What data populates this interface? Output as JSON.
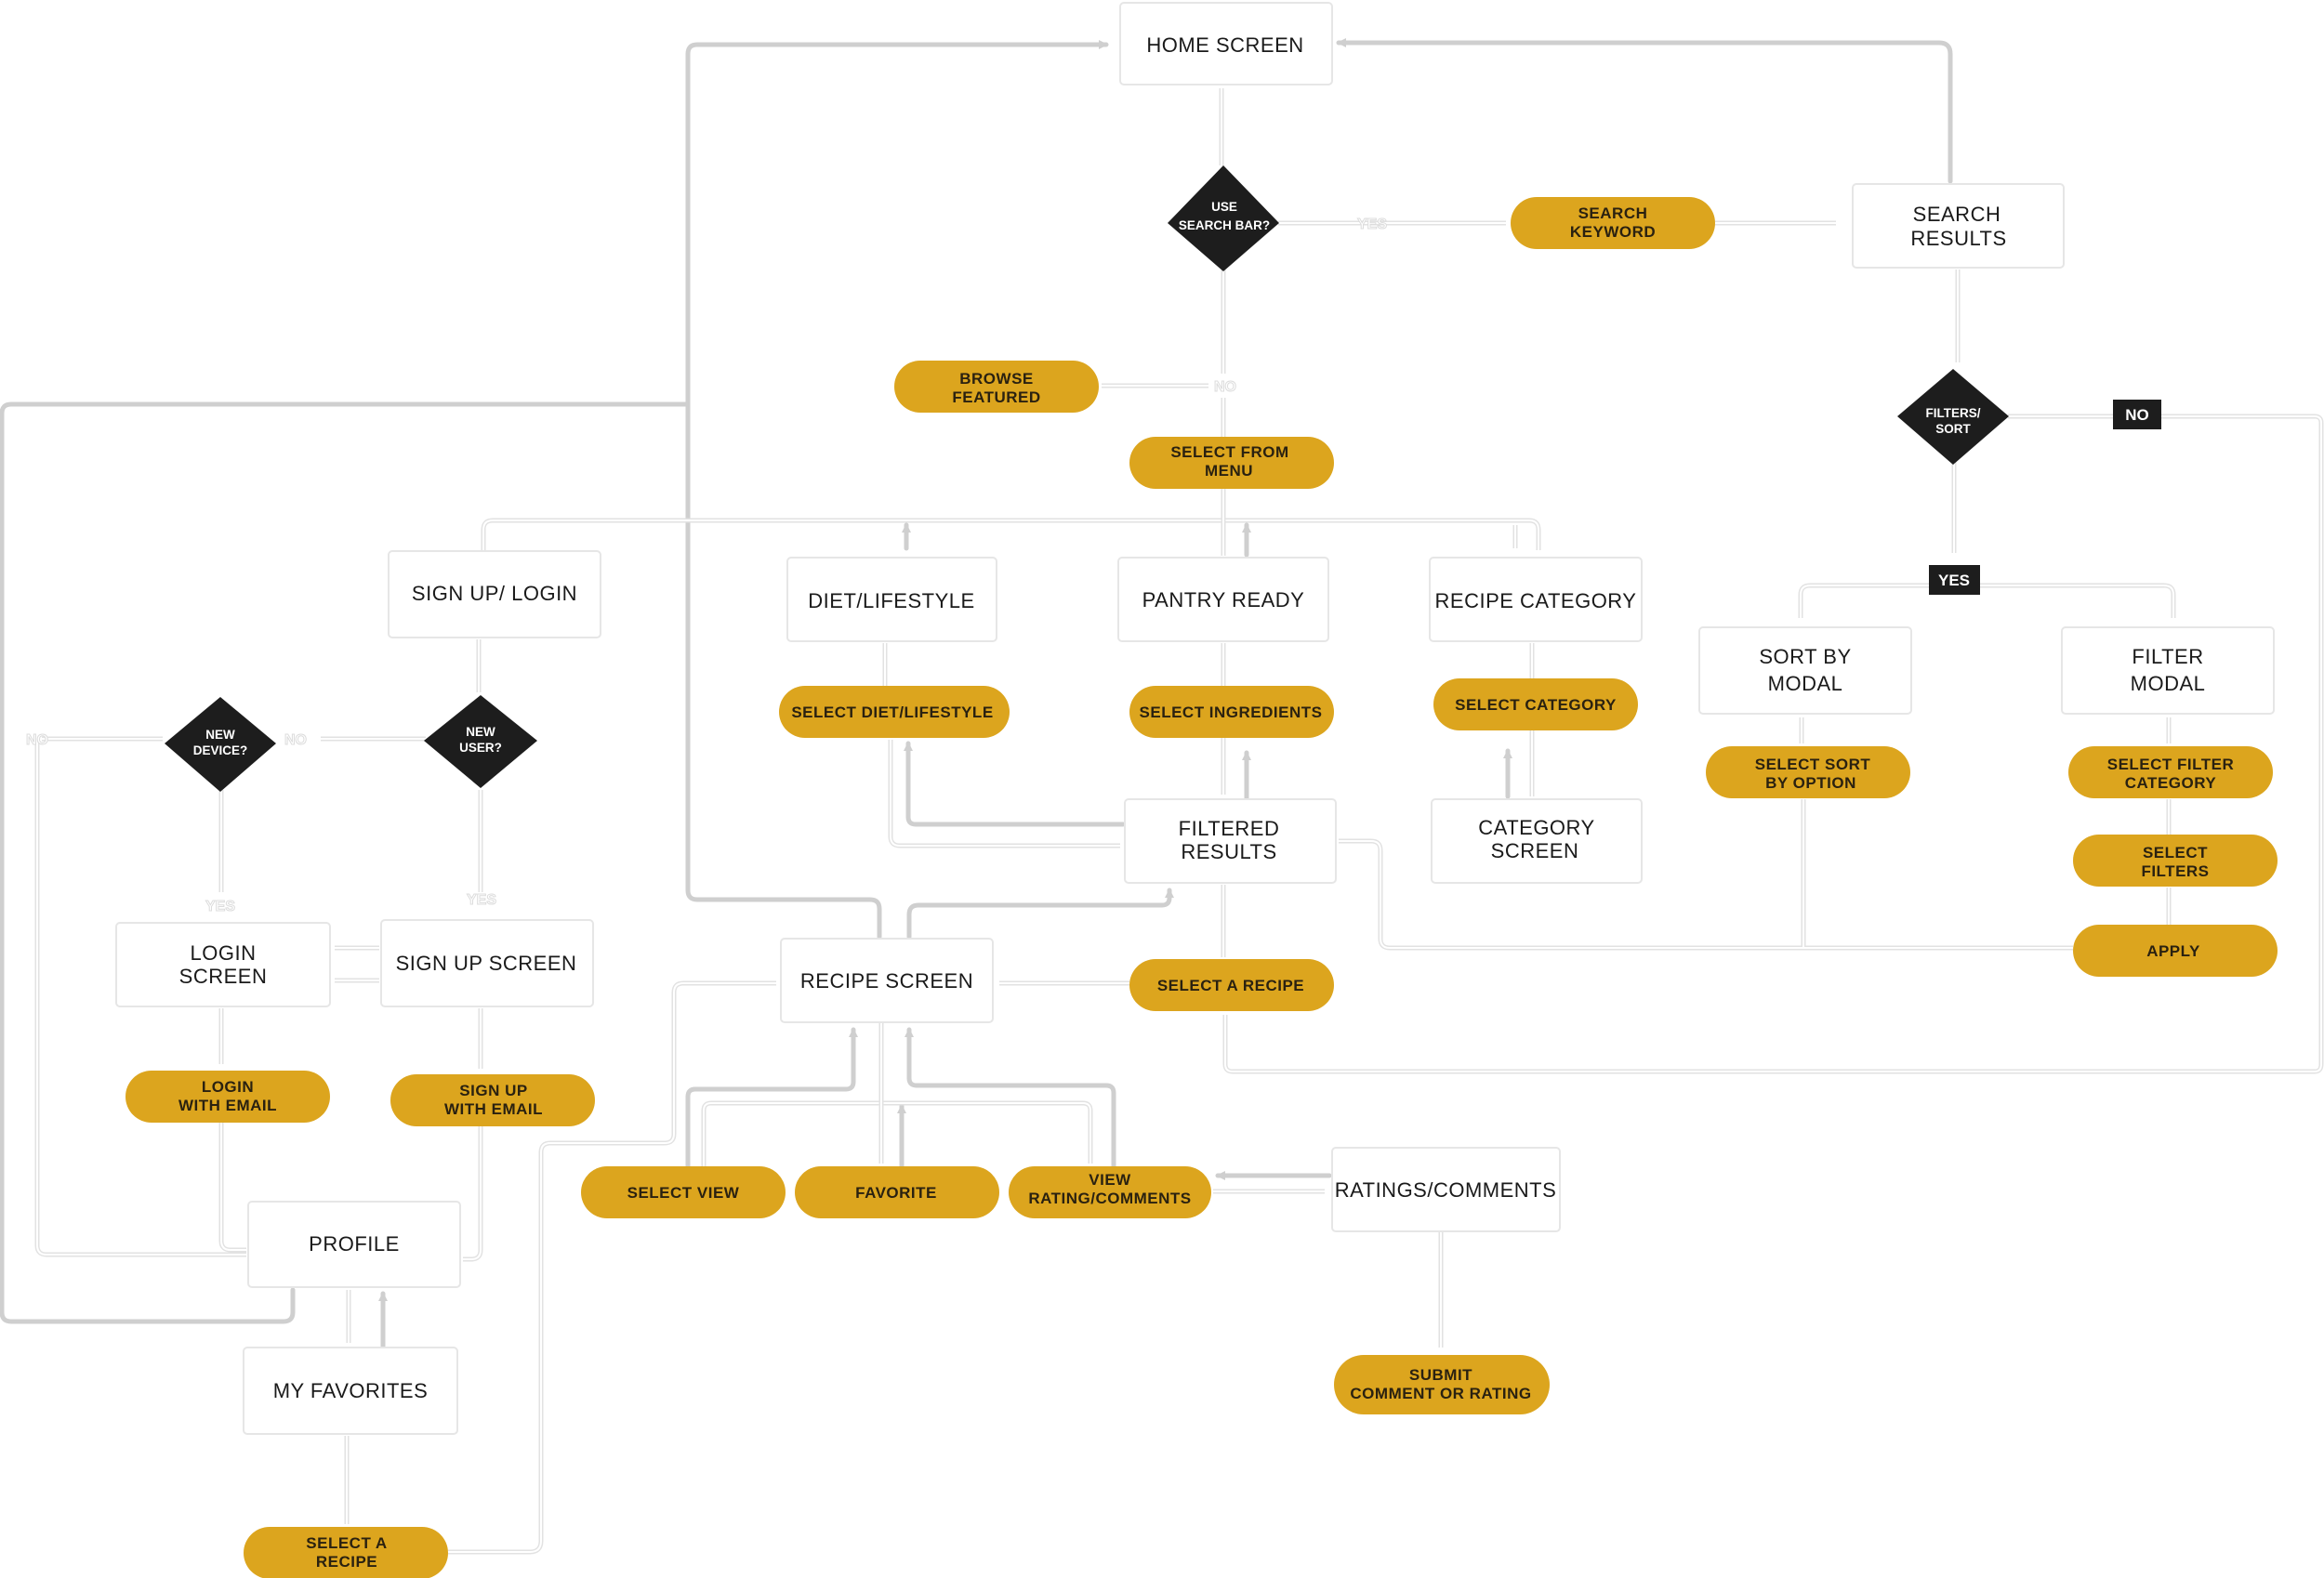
{
  "colors": {
    "process_fill": "#ffffff",
    "process_border": "#e6e6e6",
    "action_fill": "#dca51e",
    "decision_fill": "#1d1d1d",
    "connector": "#cfcfcf"
  },
  "screens": {
    "home": "HOME SCREEN",
    "search_results": [
      "SEARCH",
      "RESULTS"
    ],
    "signup_login": "SIGN UP/ LOGIN",
    "diet_lifestyle": "DIET/LIFESTYLE",
    "pantry_ready": "PANTRY READY",
    "recipe_category": "RECIPE CATEGORY",
    "sort_by_modal": [
      "SORT BY",
      "MODAL"
    ],
    "filter_modal": [
      "FILTER",
      "MODAL"
    ],
    "filtered_results": [
      "FILTERED",
      "RESULTS"
    ],
    "category_screen": [
      "CATEGORY",
      "SCREEN"
    ],
    "login_screen": [
      "LOGIN",
      "SCREEN"
    ],
    "signup_screen": "SIGN UP SCREEN",
    "recipe_screen": "RECIPE SCREEN",
    "ratings_comments": "RATINGS/COMMENTS",
    "profile": "PROFILE",
    "my_favorites": "MY FAVORITES"
  },
  "actions": {
    "search_keyword": [
      "SEARCH",
      "KEYWORD"
    ],
    "browse_featured": [
      "BROWSE",
      "FEATURED"
    ],
    "select_from_menu": [
      "SELECT FROM",
      "MENU"
    ],
    "select_diet_lifestyle": "SELECT DIET/LIFESTYLE",
    "select_ingredients": "SELECT INGREDIENTS",
    "select_category": "SELECT CATEGORY",
    "select_sort_option": [
      "SELECT SORT",
      "BY OPTION"
    ],
    "select_filter_category": [
      "SELECT FILTER",
      "CATEGORY"
    ],
    "select_filters": [
      "SELECT",
      "FILTERS"
    ],
    "apply": "APPLY",
    "select_a_recipe": "SELECT A RECIPE",
    "login_with_email": [
      "LOGIN",
      "WITH EMAIL"
    ],
    "signup_with_email": [
      "SIGN UP",
      "WITH EMAIL"
    ],
    "select_view": "SELECT VIEW",
    "favorite": "FAVORITE",
    "view_ratings_comments": [
      "VIEW",
      "RATING/COMMENTS"
    ],
    "submit_comment": [
      "SUBMIT",
      "COMMENT OR RATING"
    ],
    "select_a_recipe_favorites": [
      "SELECT A",
      "RECIPE"
    ]
  },
  "decisions": {
    "use_search_bar": [
      "USE",
      "SEARCH BAR?"
    ],
    "filters_sort": [
      "FILTERS/",
      "SORT"
    ],
    "new_user": [
      "NEW",
      "USER?"
    ],
    "new_device": [
      "NEW",
      "DEVICE?"
    ]
  },
  "tags": {
    "filters_no": "NO",
    "filters_yes": "YES"
  },
  "edge_labels": {
    "search_yes": "YES",
    "search_no": "NO",
    "device_no_left": "NO",
    "device_no_right": "NO",
    "device_yes": "YES",
    "user_yes": "YES"
  }
}
